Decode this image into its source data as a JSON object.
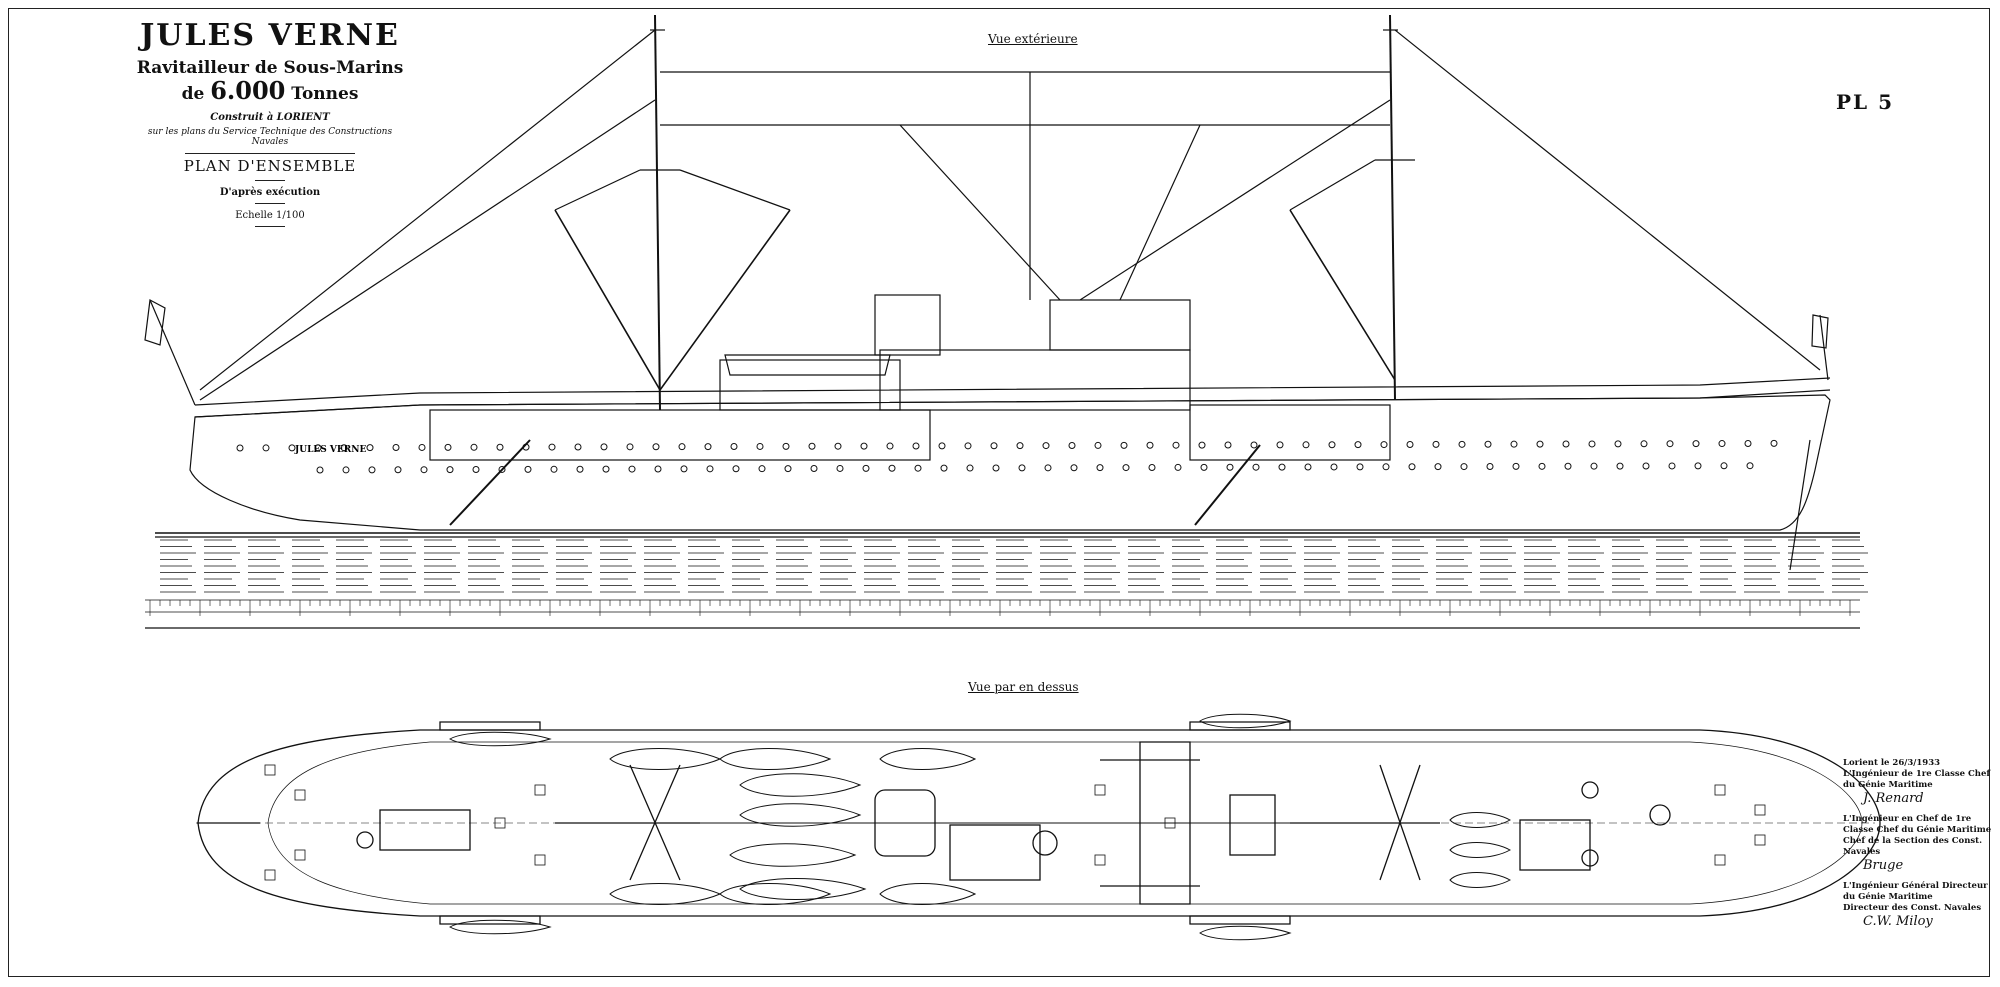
{
  "title_block": {
    "ship_name": "JULES VERNE",
    "type_line": "Ravitailleur de Sous-Marins",
    "tonnage_prefix": "de",
    "tonnage_value": "6.000",
    "tonnage_unit": "Tonnes",
    "built_at": "Construit à LORIENT",
    "plans_origin": "sur les plans du Service Technique des Constructions Navales",
    "plan_title": "PLAN D'ENSEMBLE",
    "as_built": "D'après exécution",
    "scale": "Echelle 1/100"
  },
  "plate_number": "PL 5",
  "views": {
    "profile_title": "Vue extérieure",
    "plan_title": "Vue par en dessus"
  },
  "hull_name_on_side": "JULES VERNE",
  "approvals": {
    "line1": "Lorient le 26/3/1933",
    "line2": "L'Ingénieur de 1re Classe Chef du Génie Maritime",
    "sig1": "J. Renard",
    "line3": "L'Ingénieur en Chef de 1re Classe Chef du Génie Maritime",
    "line4": "Chef de la Section des Const. Navales",
    "sig2": "Bruge",
    "line5": "L'Ingénieur Général Directeur du Génie Maritime",
    "line6": "Directeur des Const. Navales",
    "sig3": "C.W. Miloy"
  },
  "colors": {
    "ink": "#111111",
    "paper": "#ffffff"
  }
}
